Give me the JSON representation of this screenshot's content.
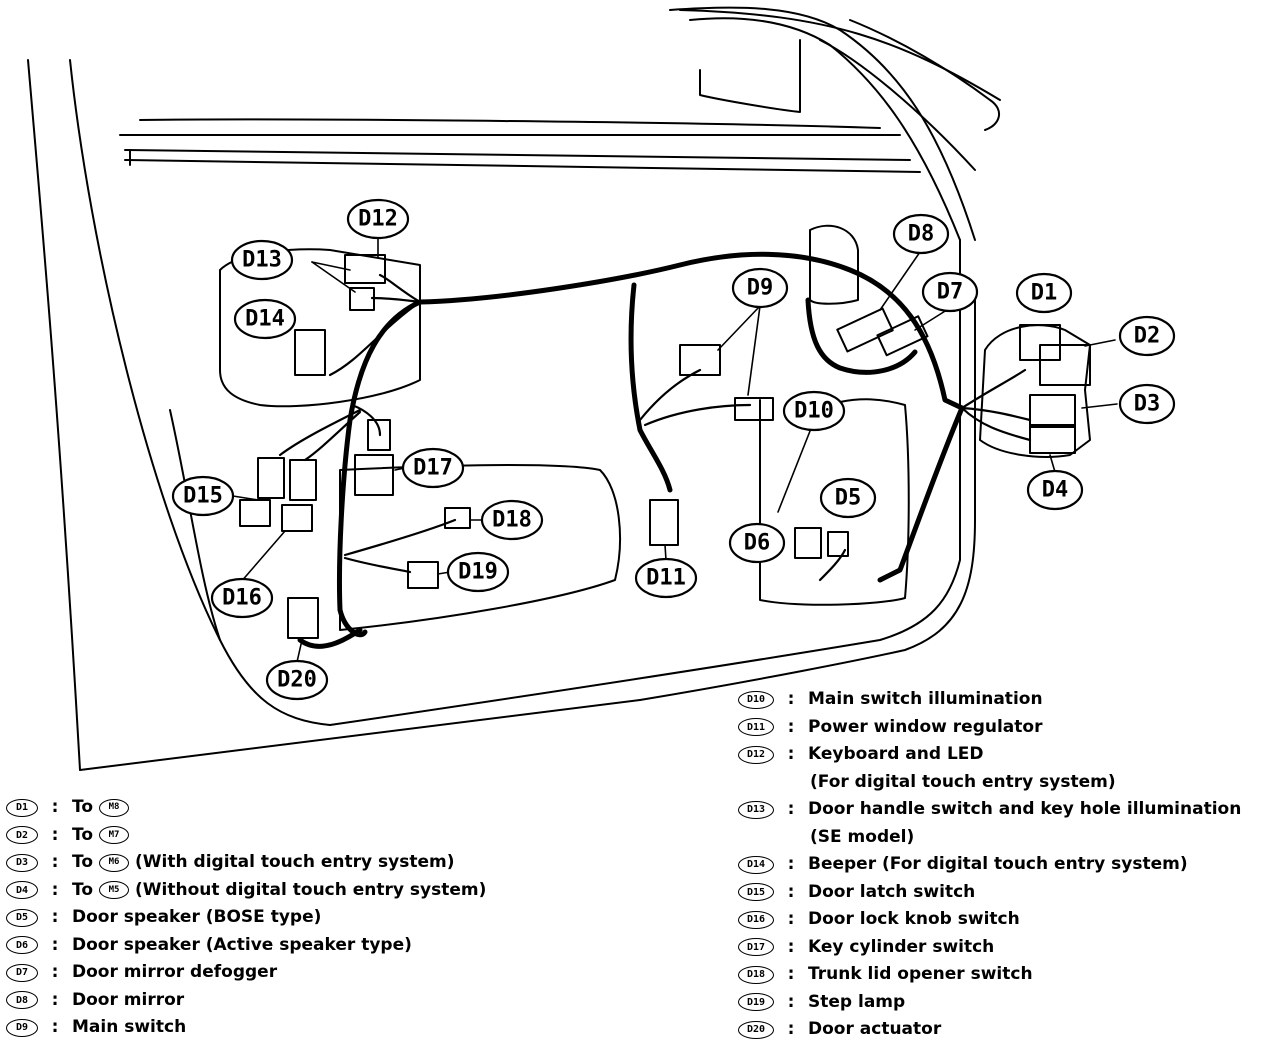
{
  "callouts": {
    "D1": "D1",
    "D2": "D2",
    "D3": "D3",
    "D4": "D4",
    "D5": "D5",
    "D6": "D6",
    "D7": "D7",
    "D8": "D8",
    "D9": "D9",
    "D10": "D10",
    "D11": "D11",
    "D12": "D12",
    "D13": "D13",
    "D14": "D14",
    "D15": "D15",
    "D16": "D16",
    "D17": "D17",
    "D18": "D18",
    "D19": "D19",
    "D20": "D20"
  },
  "legend_left": [
    {
      "code": "D1",
      "text": "To",
      "ref": "M8",
      "note": ""
    },
    {
      "code": "D2",
      "text": "To",
      "ref": "M7",
      "note": ""
    },
    {
      "code": "D3",
      "text": "To",
      "ref": "M6",
      "note": "(With digital touch entry system)"
    },
    {
      "code": "D4",
      "text": "To",
      "ref": "M5",
      "note": "(Without digital touch entry system)"
    },
    {
      "code": "D5",
      "text": "Door speaker (BOSE type)"
    },
    {
      "code": "D6",
      "text": "Door speaker (Active speaker type)"
    },
    {
      "code": "D7",
      "text": "Door mirror defogger"
    },
    {
      "code": "D8",
      "text": "Door mirror"
    },
    {
      "code": "D9",
      "text": "Main switch"
    }
  ],
  "legend_right": [
    {
      "code": "D10",
      "text": "Main switch illumination"
    },
    {
      "code": "D11",
      "text": "Power window regulator"
    },
    {
      "code": "D12",
      "text": "Keyboard and LED",
      "cont": "(For digital touch entry system)"
    },
    {
      "code": "D13",
      "text": "Door handle switch and key hole illumination",
      "cont": "(SE model)"
    },
    {
      "code": "D14",
      "text": "Beeper (For digital touch entry system)"
    },
    {
      "code": "D15",
      "text": "Door latch switch"
    },
    {
      "code": "D16",
      "text": "Door lock knob switch"
    },
    {
      "code": "D17",
      "text": "Key cylinder switch"
    },
    {
      "code": "D18",
      "text": "Trunk lid opener switch"
    },
    {
      "code": "D19",
      "text": "Step lamp"
    },
    {
      "code": "D20",
      "text": "Door actuator"
    }
  ],
  "legend_colon": ":"
}
